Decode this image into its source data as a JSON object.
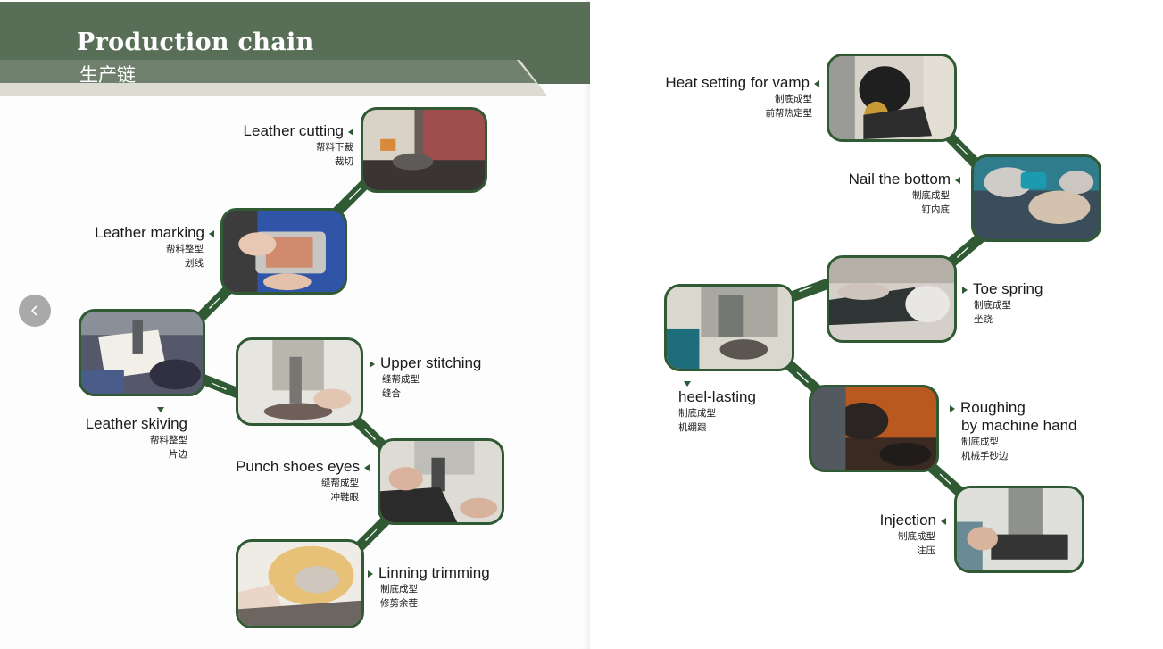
{
  "header": {
    "title_en": "Production chain",
    "title_cn": "生产链"
  },
  "nav": {
    "prev_icon": "chevron-left-icon"
  },
  "colors": {
    "header_band": "#596e57",
    "header_light": "#dcdcd2",
    "frame_green": "#2f5a33",
    "button_grey": "#a9a9a9"
  },
  "steps": [
    {
      "en": "Leather cutting",
      "cn1": "帮料下裁",
      "cn2": "裁切"
    },
    {
      "en": "Leather marking",
      "cn1": "帮料整型",
      "cn2": "划线"
    },
    {
      "en": "Leather skiving",
      "cn1": "帮料整型",
      "cn2": "片边"
    },
    {
      "en": "Upper stitching",
      "cn1": "缝帮成型",
      "cn2": "缝合"
    },
    {
      "en": "Punch shoes eyes",
      "cn1": "缝帮成型",
      "cn2": "冲鞋眼"
    },
    {
      "en": "Linning trimming",
      "cn1": "制底成型",
      "cn2": "修剪余茬"
    },
    {
      "en": "Heat setting for vamp",
      "cn1": "制底成型",
      "cn2": "前帮热定型"
    },
    {
      "en": "Nail the bottom",
      "cn1": "制底成型",
      "cn2": "钉内底"
    },
    {
      "en": "Toe spring",
      "cn1": "制底成型",
      "cn2": "坐跷"
    },
    {
      "en": "heel-lasting",
      "cn1": "制底成型",
      "cn2": "机绷跟"
    },
    {
      "en1": "Roughing",
      "en2": "by machine hand",
      "cn1": "制底成型",
      "cn2": "机械手砂边"
    },
    {
      "en": "Injection",
      "cn1": "制底成型",
      "cn2": "注压"
    }
  ]
}
